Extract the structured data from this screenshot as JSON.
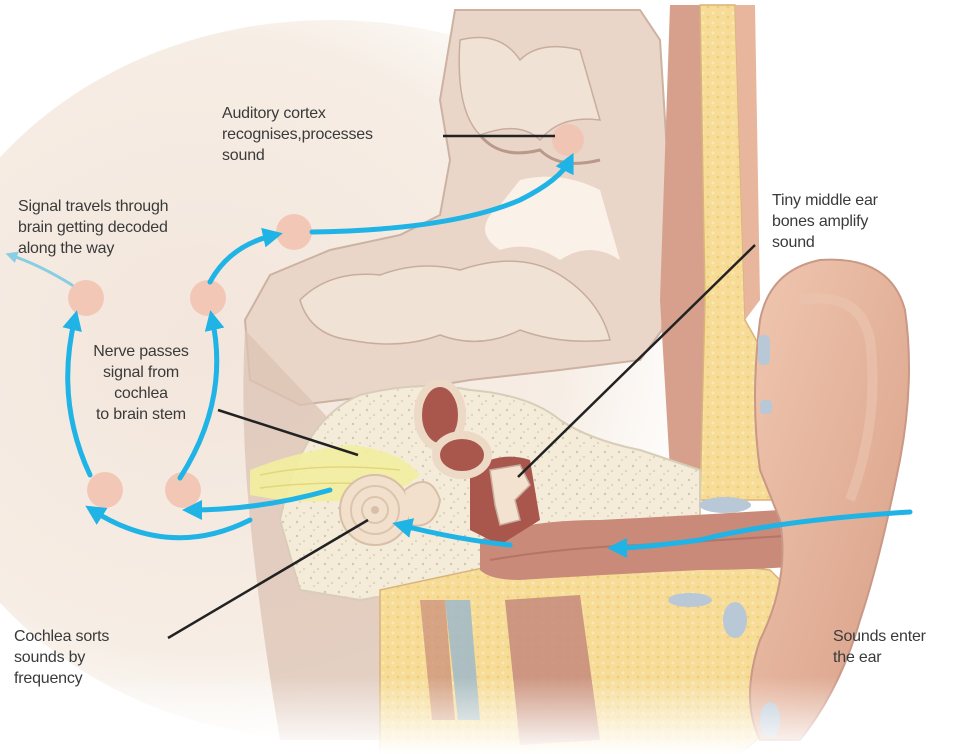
{
  "figure": {
    "type": "anatomical-diagram",
    "subject": "Hearing pathway: outer ear to auditory cortex",
    "colors": {
      "signal_arrow": "#1fb3e6",
      "relay_node": "#f2c3b1",
      "bone": "#f4ecd9",
      "fat_tissue": "#f6dc96",
      "skin": "#e8b59d",
      "canal": "#c98a7a",
      "brain": "#e9d6c8",
      "brain_dark": "#cdb2a2",
      "nerve": "#f3ee9e",
      "cartilage": "#b9c8d6",
      "leader_line": "#222222",
      "label_text": "#3a3a3a"
    }
  },
  "labels": {
    "auditory_cortex": "Auditory cortex\nrecognises,processes\nsound",
    "signal_travels": "Signal travels through\nbrain getting decoded\nalong the way",
    "nerve_passes": "Nerve passes\nsignal from\ncochlea\nto brain stem",
    "middle_ear_bones": "Tiny middle ear\nbones amplify\nsound",
    "cochlea_sorts": "Cochlea sorts\nsounds by\nfrequency",
    "sounds_enter": "Sounds enter\nthe ear"
  },
  "structures": [
    "auditory-cortex",
    "brain",
    "brain-stem",
    "cochlea",
    "semicircular-canals",
    "auditory-nerve",
    "ossicles",
    "ear-canal",
    "eardrum",
    "outer-ear-pinna",
    "skull-bone",
    "relay-nodes"
  ]
}
